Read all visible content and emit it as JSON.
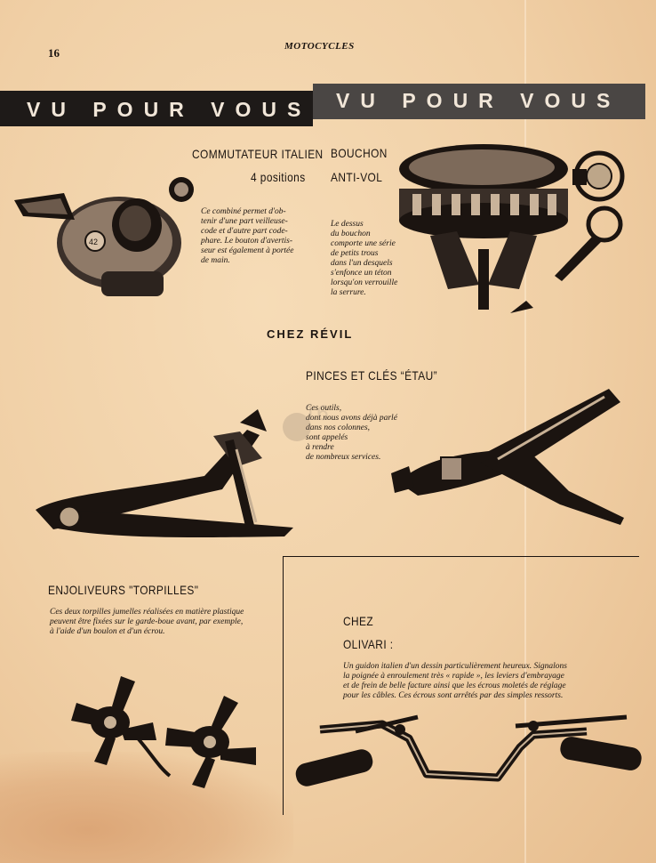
{
  "page": {
    "number": "16",
    "magazine": "MOTOCYCLES"
  },
  "banner": {
    "left": "VU POUR VOUS",
    "right": "VU POUR VOUS"
  },
  "commutateur": {
    "title_line1": "COMMUTATEUR ITALIEN",
    "title_line2": "4 positions",
    "caption": [
      "Ce combiné permet d'ob-",
      "tenir d'une part veilleuse-",
      "code et d'autre part code-",
      "phare. Le bouton d'avertis-",
      "seur est également à portée",
      "de main."
    ],
    "dial_label": "42"
  },
  "bouchon": {
    "title_line1": "BOUCHON",
    "title_line2": "ANTI-VOL",
    "caption": [
      "Le dessus",
      "du bouchon",
      "comporte une série",
      "de petits trous",
      "dans l'un desquels",
      "s'enfonce un téton",
      "lorsqu'on verrouille",
      "la serrure."
    ]
  },
  "revil": {
    "heading": "CHEZ RÉVIL",
    "title": "PINCES ET CLÉS “ÉTAU”",
    "caption": [
      "Ces outils,",
      "dont nous avons déjà parlé",
      "dans nos colonnes,",
      "sont appelés",
      "à rendre",
      "de nombreux services."
    ]
  },
  "enjoliveurs": {
    "title": "ENJOLIVEURS \"TORPILLES\"",
    "caption": [
      "Ces deux torpilles jumelles réalisées en matière plastique",
      "peuvent être fixées sur le garde-boue avant, par exemple,",
      "à l'aide d'un boulon et d'un écrou."
    ]
  },
  "olivari": {
    "heading_line1": "CHEZ",
    "heading_line2": "OLIVARI :",
    "caption": [
      "Un guidon italien d'un dessin particulièrement heureux. Signalons",
      "la poignée à enroulement très « rapide », les leviers d'embrayage",
      "et de frein de belle facture ainsi que les écrous moletés de réglage",
      "pour les câbles. Ces écrous sont arrêtés par des simples ressorts."
    ]
  },
  "colors": {
    "paper": "#f1d2aa",
    "ink": "#1b1410",
    "band_dark": "#1e1a18",
    "band_grey": "#4a4644"
  }
}
